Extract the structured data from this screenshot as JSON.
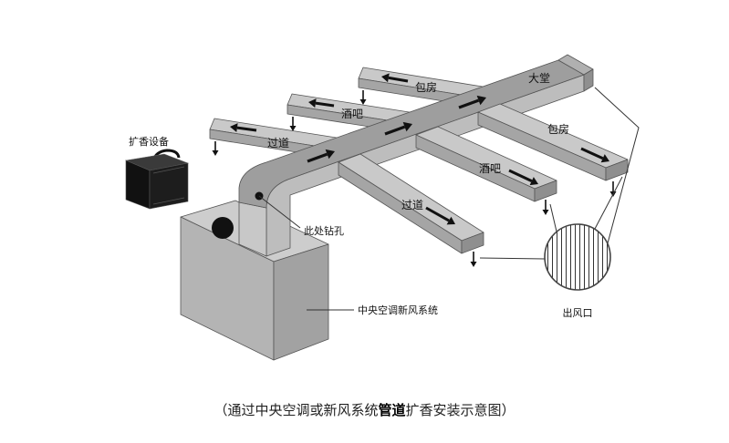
{
  "labels": {
    "device": "扩香设备",
    "room_back": "包房",
    "lobby": "大堂",
    "bar_back": "酒吧",
    "corridor_back": "过道",
    "room_front": "包房",
    "bar_front": "酒吧",
    "corridor_front": "过道",
    "drill": "此处钻孔",
    "system": "中央空调新风系统",
    "outlet": "出风口"
  },
  "caption": {
    "before": "（通过中央空调或新风系统",
    "bold": "管道",
    "after": "扩香安装示意图）"
  },
  "colors": {
    "duct_top": "#9e9e9e",
    "duct_front": "#bdbdbd",
    "branch_top": "#c9c9c9",
    "branch_front": "#a5a5a5",
    "device": "#111111"
  }
}
